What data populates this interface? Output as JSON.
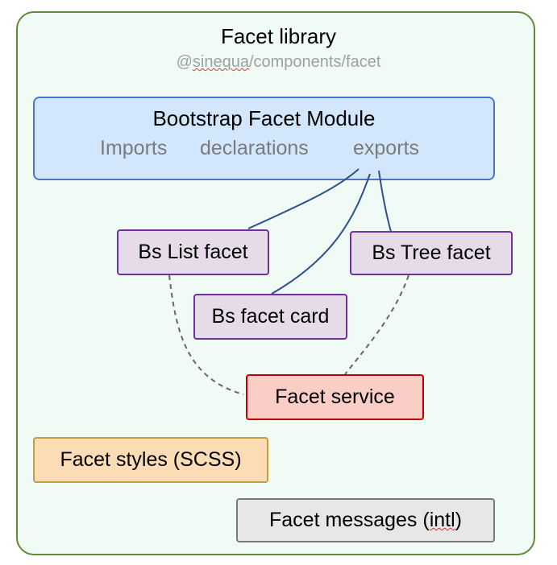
{
  "diagram": {
    "title": "Facet library",
    "subtitle_prefix": "@",
    "subtitle_spell": "sinequa",
    "subtitle_suffix": "/components/facet",
    "module": {
      "title": "Bootstrap Facet Module",
      "imports": "Imports",
      "declarations": "declarations",
      "exports": "exports"
    },
    "nodes": {
      "list_facet": "Bs List facet",
      "tree_facet": "Bs Tree facet",
      "facet_card": "Bs facet card",
      "facet_service": "Facet service",
      "facet_styles": "Facet styles (SCSS)",
      "facet_messages_prefix": "Facet messages (",
      "facet_messages_spell": "intl",
      "facet_messages_suffix": ")"
    },
    "edges": [
      {
        "from": "module-exports",
        "to": "list-facet",
        "style": "solid"
      },
      {
        "from": "module-exports",
        "to": "facet-card",
        "style": "solid"
      },
      {
        "from": "module-exports",
        "to": "tree-facet",
        "style": "solid"
      },
      {
        "from": "list-facet",
        "to": "facet-service",
        "style": "dashed"
      },
      {
        "from": "tree-facet",
        "to": "facet-service",
        "style": "dashed"
      }
    ],
    "colors": {
      "container_fill": "#effbf4",
      "container_border": "#5e8a3a",
      "module_fill": "#d2e7fc",
      "module_border": "#4a74c4",
      "component_fill": "#e6dbe8",
      "component_border": "#7030a0",
      "service_fill": "#fbcdc7",
      "service_border": "#c00000",
      "styles_fill": "#fcdcb5",
      "messages_fill": "#e7e7e7",
      "solid_edge": "#2f4f8f",
      "dashed_edge": "#666666"
    }
  }
}
